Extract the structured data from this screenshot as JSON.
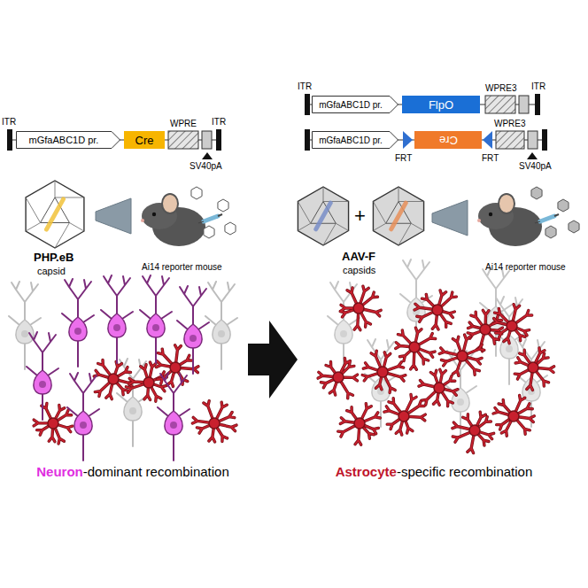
{
  "diagram": {
    "nodes": [
      {
        "text": [
          "mGfaABC1D pr."
        ]
      },
      {
        "text": [
          "Cre"
        ]
      },
      {
        "text": [
          "mGfaABC1D pr."
        ]
      },
      {
        "text": [
          "FlpO"
        ]
      },
      {
        "text": [
          "mGfaABC1D pr."
        ]
      },
      {
        "text": [
          "Cre"
        ]
      }
    ],
    "labels": [
      "ITR",
      "WPRE",
      "ITR",
      "SV40pA",
      "PHP.eB",
      "capsid",
      "Ai14 reporter mouse",
      "Neuron",
      "-dominant recombination",
      "ITR",
      "WPRE3",
      "ITR",
      "FRT",
      "FRT",
      "WPRE3",
      "SV40pA",
      "+",
      "AAV-F",
      "capsids",
      "Ai14 reporter mouse",
      "Astrocyte",
      "-specific recombination"
    ]
  }
}
